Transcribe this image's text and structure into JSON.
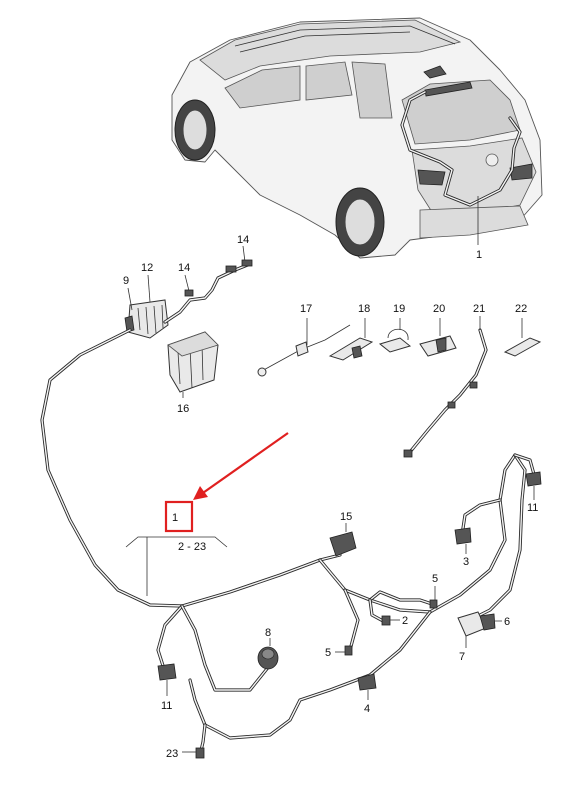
{
  "labels": {
    "l1_car": "1",
    "l14_top": "14",
    "l9": "9",
    "l12": "12",
    "l14": "14",
    "l16": "16",
    "l17": "17",
    "l18": "18",
    "l19": "19",
    "l20": "20",
    "l21": "21",
    "l22": "22",
    "l1_box": "1",
    "l2_23": "2 - 23",
    "l15": "15",
    "l11_right": "11",
    "l3": "3",
    "l5_right": "5",
    "l2": "2",
    "l6": "6",
    "l7": "7",
    "l8": "8",
    "l5_left": "5",
    "l11_left": "11",
    "l4": "4",
    "l23": "23"
  },
  "colors": {
    "highlight": "#e02020",
    "line": "#333333",
    "wire": "#2a2a2a"
  }
}
